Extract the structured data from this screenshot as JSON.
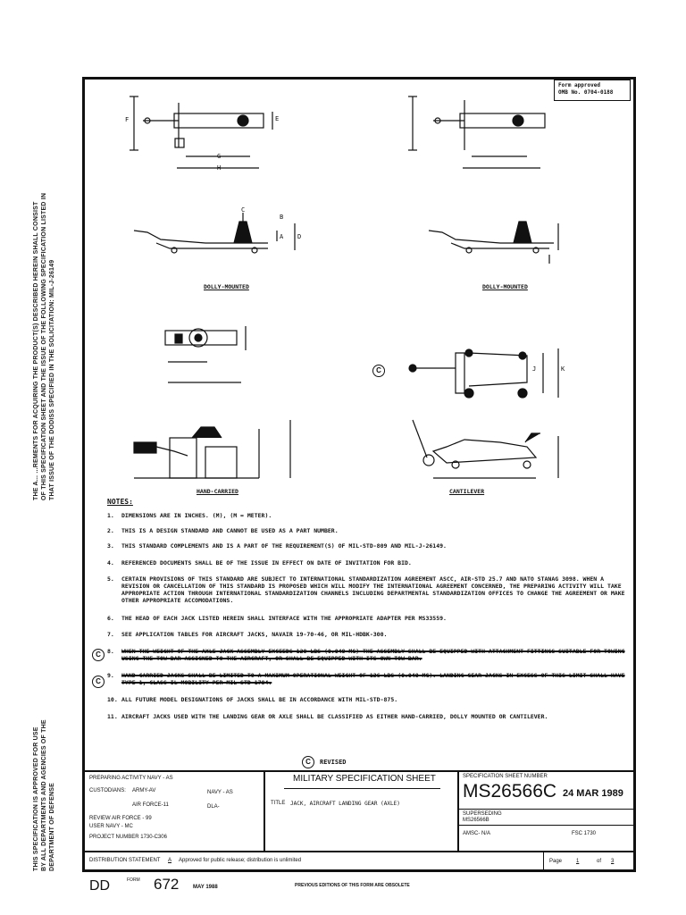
{
  "margin_text": {
    "left_top": [
      "THE A...  ...REMENTS FOR ACQUIRING THE PRODUCT(S) DESCRIBED HEREIN SHALL CONSIST",
      "OF THIS SPECIFICATION SHEET AND THE ISSUE OF THE FOLLOWING SPECIFICATION LISTED IN",
      "THAT ISSUE OF THE DODISS SPECIFIED IN THE SOLICITATION: MIL-J-26149"
    ],
    "left_bottom": [
      "THIS SPECIFICATION IS APPROVED FOR USE",
      "BY ALL DEPARTMENTS AND AGENCIES OF THE",
      "DEPARTMENT OF DEFENSE"
    ]
  },
  "form_approved": {
    "line1": "Form approved",
    "line2": "OMB No. 0704-0188"
  },
  "figure_captions": {
    "dolly_left": "DOLLY-MOUNTED",
    "dolly_right": "DOLLY-MOUNTED",
    "hand_carried": "HAND-CARRIED",
    "cantilever": "CANTILEVER"
  },
  "dim_letters": [
    "F",
    "E",
    "G",
    "H",
    "C",
    "B",
    "A",
    "D",
    "K",
    "J"
  ],
  "revision_mark": "C",
  "notes_title": "NOTES:",
  "notes": [
    {
      "num": "1.",
      "text": "DIMENSIONS ARE IN INCHES. (M), (M = METER)."
    },
    {
      "num": "2.",
      "text": "THIS IS A DESIGN STANDARD AND CANNOT BE USED AS A PART NUMBER."
    },
    {
      "num": "3.",
      "text": "THIS STANDARD COMPLEMENTS AND IS A PART OF THE REQUIREMENT(S) OF MIL-STD-809 AND MIL-J-26149."
    },
    {
      "num": "4.",
      "text": "REFERENCED DOCUMENTS SHALL BE OF THE ISSUE IN EFFECT ON DATE OF INVITATION FOR BID."
    },
    {
      "num": "5.",
      "text": "CERTAIN PROVISIONS OF THIS STANDARD ARE SUBJECT TO INTERNATIONAL STANDARDIZATION AGREEMENT ASCC, AIR-STD 25.7 AND NATO STANAG 3098. WHEN A REVISION OR CANCELLATION OF THIS STANDARD IS PROPOSED WHICH WILL MODIFY THE INTERNATIONAL AGREEMENT CONCERNED, THE PREPARING ACTIVITY WILL TAKE APPROPRIATE ACTION THROUGH INTERNATIONAL STANDARDIZATION CHANNELS INCLUDING DEPARTMENTAL STANDARDIZATION OFFICES TO CHANGE THE AGREEMENT OR MAKE OTHER APPROPRIATE ACCOMODATIONS."
    },
    {
      "num": "6.",
      "text": "THE HEAD OF EACH JACK LISTED HEREIN SHALL INTERFACE WITH THE APPROPRIATE ADAPTER PER MS33559."
    },
    {
      "num": "7.",
      "text": "SEE APPLICATION TABLES FOR AIRCRAFT JACKS, NAVAIR 19-70-46, OR MIL-HDBK-300."
    },
    {
      "num": "8.",
      "text": "WHEN THE WEIGHT OF THE AXLE JACK ASSEMBLY EXCEEDS 120 LBS (0.048 MG) THE ASSEMBLY SHALL BE EQUIPPED WITH ATTACHMENT FITTINGS SUITABLE FOR TOWING USING THE TOW BAR ASSIGNED TO THE AIRCRAFT, OR SHALL BE EQUIPPED WITH ITS OWN TOW BAR."
    },
    {
      "num": "9.",
      "text": "HAND CARRIED JACKS SHALL BE LIMITED TO A MAXIMUM OPERATIONAL WEIGHT OF 136 LBS (0.048 MG). LANDING GEAR JACKS IN EXCESS OF THIS LIMIT SHALL HAVE TYPE 1, CLASS IL MOBILITY PER MIL-STD-1784."
    },
    {
      "num": "10.",
      "text": "ALL FUTURE MODEL DESIGNATIONS OF JACKS SHALL BE IN ACCORDANCE WITH MIL-STD-875."
    },
    {
      "num": "11.",
      "text": "AIRCRAFT JACKS USED WITH THE LANDING GEAR OR AXLE SHALL BE CLASSIFIED AS EITHER HAND-CARRIED, DOLLY MOUNTED OR CANTILEVER."
    }
  ],
  "revised_label": "REVISED",
  "title_block": {
    "preparing_activity": "PREPARING ACTIVITY NAVY - AS",
    "custodians_label": "CUSTODIANS:",
    "custodian_army": "ARMY-AV",
    "custodian_navy": "NAVY - AS",
    "custodian_af": "AIR FORCE-11",
    "custodian_dla": "DLA-",
    "review_af": "REVIEW AIR FORCE - 99",
    "user_navy": "USER  NAVY - MC",
    "project_number": "PROJECT NUMBER 1730-C306",
    "sheet_title": "MILITARY SPECIFICATION SHEET",
    "title_label": "TITLE",
    "title_text": "JACK, AIRCRAFT LANDING GEAR (AXLE)",
    "spec_sheet_number_label": "SPECIFICATION SHEET NUMBER",
    "ms_number": "MS26566C",
    "date": "24 MAR 1989",
    "superseding_label": "SUPERSEDING",
    "superseding_value": "MS26566B",
    "amsc": "AMSC-   N/A",
    "fsc": "FSC 1730",
    "distribution_label": "DISTRIBUTION STATEMENT",
    "distribution_letter": "A",
    "distribution_text": "Approved for public release; distribution is unlimited",
    "page_label": "Page",
    "page_num": "1",
    "of_label": "of",
    "page_total": "3"
  },
  "footer": {
    "form": "DD",
    "form_label": "FORM",
    "form_number": "672",
    "form_date": "MAY 1988",
    "previous_editions": "PREVIOUS EDITIONS OF THIS FORM ARE OBSOLETE"
  }
}
